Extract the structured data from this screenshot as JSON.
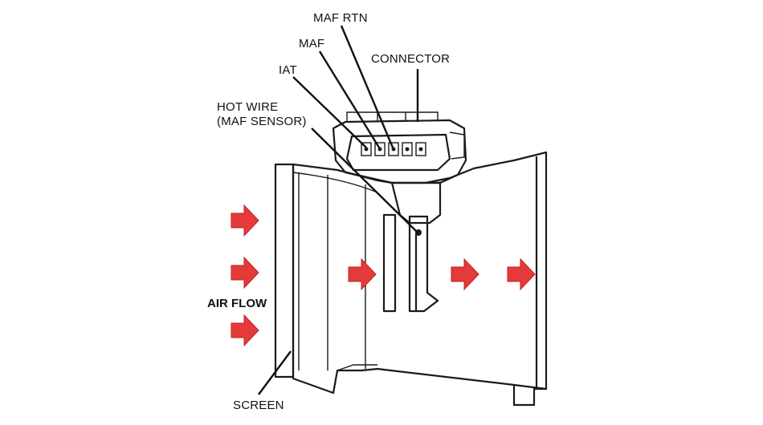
{
  "labels": {
    "maf_rtn": "MAF RTN",
    "maf": "MAF",
    "iat": "IAT",
    "connector": "CONNECTOR",
    "hot_wire_line1": "HOT WIRE",
    "hot_wire_line2": "(MAF SENSOR)",
    "air_flow": "AIR FLOW",
    "screen": "SCREEN"
  },
  "colors": {
    "arrow_fill": "#e53a3a",
    "ink": "#1a1a1a",
    "housing_fill": "#f2f2f2",
    "connector_fill": "#dcdcdc"
  },
  "icons": {
    "flow_arrow": "right-arrow-icon"
  }
}
